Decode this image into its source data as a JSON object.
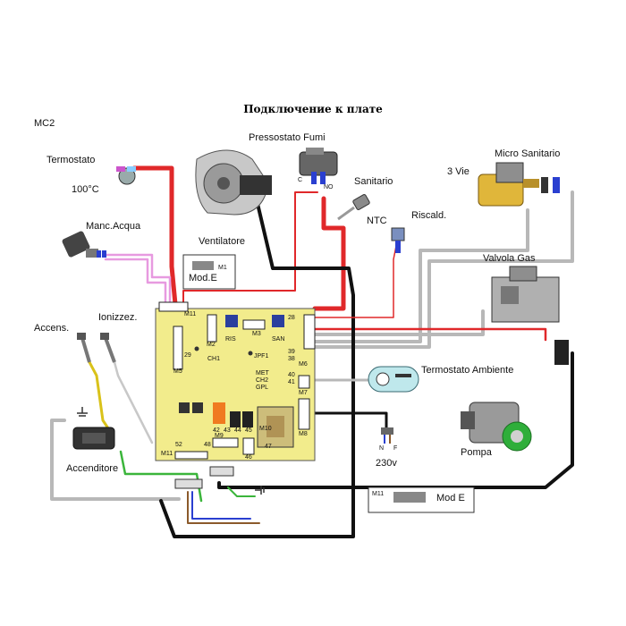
{
  "title": "Подключение к плате",
  "mc_label": "MC2",
  "components": {
    "termostato": "Termostato",
    "temp_100": "100°C",
    "manc_acqua": "Manc.Acqua",
    "ventilatore": "Ventilatore",
    "pressostato_fumi": "Pressostato Fumi",
    "contact_c": "C",
    "contact_no": "NO",
    "sanitario": "Sanitario",
    "ntc": "NTC",
    "riscald": "Riscald.",
    "tre_vie": "3 Vie",
    "micro_sanitario": "Micro Sanitario",
    "valvola_gas": "Valvola Gas",
    "termostato_ambiente": "Termostato Ambiente",
    "pompa": "Pompa",
    "accens": "Accens.",
    "ionizzez": "Ionizzez.",
    "accenditore": "Accenditore",
    "v230": "230v",
    "n": "N",
    "f": "F",
    "mod_e_top": "Mod.E",
    "mod_e_bottom": "Mod E"
  },
  "board_labels": {
    "m1": "M1",
    "m11": "M11",
    "m2": "M2",
    "m3": "M3",
    "m5": "M5",
    "m6": "M6",
    "m7": "M7",
    "m8": "M8",
    "m9": "M9",
    "m10": "M10",
    "ris": "RIS",
    "san": "SAN",
    "jpf1": "JPF1",
    "met": "MET",
    "ch2": "CH2",
    "gpl": "GPL",
    "ch1": "CH1",
    "n29": "29",
    "n28": "28",
    "n39": "39",
    "n38": "38",
    "n40": "40",
    "n41": "41",
    "n42": "42",
    "n43": "43",
    "n44": "44",
    "n45": "45",
    "n46": "46",
    "n47": "47",
    "n48": "48",
    "n52": "52"
  },
  "colors": {
    "board": "#f2ec8c",
    "wire_red": "#e0282a",
    "wire_black": "#111111",
    "wire_grey": "#b8b8b8",
    "wire_pink": "#e79ae0",
    "wire_blue": "#2a3fd0",
    "wire_green": "#3bb53b",
    "wire_yellow": "#d9c21a",
    "termostato_ambiente": "#bfe8ec"
  }
}
